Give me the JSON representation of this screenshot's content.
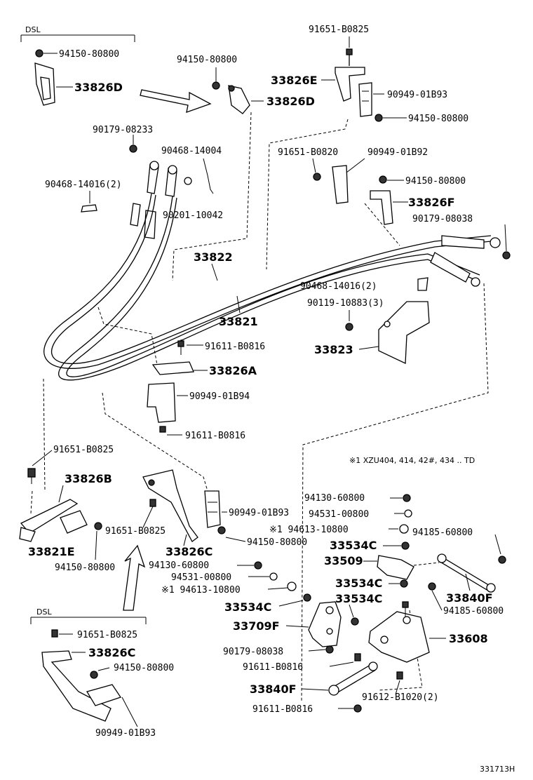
{
  "labels": {
    "dsl_top": "DSL",
    "dsl_bottom": "DSL",
    "p94150_80800_a": "94150-80800",
    "p33826D_a": "33826D",
    "p94150_80800_b": "94150-80800",
    "p33826D_b": "33826D",
    "p91651_B0825_top": "91651-B0825",
    "p33826E": "33826E",
    "p90949_01B93_top": "90949-01B93",
    "p94150_80800_c": "94150-80800",
    "p90179_08233": "90179-08233",
    "p90468_14004": "90468-14004",
    "p90468_14016_2": "90468-14016(2)",
    "p90201_10042": "90201-10042",
    "p91651_B0820": "91651-B0820",
    "p90949_01B92": "90949-01B92",
    "p94150_80800_d": "94150-80800",
    "p33826F": "33826F",
    "p90179_08038_top": "90179-08038",
    "p33822": "33822",
    "p90468_14016_2b": "90468-14016(2)",
    "p90119_10883_3": "90119-10883(3)",
    "p33821": "33821",
    "p33823": "33823",
    "p91611_B0816_a": "91611-B0816",
    "p33826A": "33826A",
    "p90949_01B94": "90949-01B94",
    "p91611_B0816_b": "91611-B0816",
    "p91651_B0825_mid": "91651-B0825",
    "note": "※1 XZU404, 414, 42#, 434 .. TD",
    "p33826B": "33826B",
    "p94130_60800_a": "94130-60800",
    "p90949_01B93_mid": "90949-01B93",
    "p94531_00800_a": "94531-00800",
    "p94613_10800_a": "※1 94613-10800",
    "p94185_60800_a": "94185-60800",
    "p33821E": "33821E",
    "p91651_B0825_b": "91651-B0825",
    "p94150_80800_e": "94150-80800",
    "p33534C_a": "33534C",
    "p94150_80800_f": "94150-80800",
    "p33826C_mid": "33826C",
    "p94130_60800_b": "94130-60800",
    "p33509": "33509",
    "p94531_00800_b": "94531-00800",
    "p94613_10800_b": "※1 94613-10800",
    "p33534C_b": "33534C",
    "p33840F_right": "33840F",
    "p33534C_c": "33534C",
    "p33534C_d": "33534C",
    "p94185_60800_b": "94185-60800",
    "p33709F": "33709F",
    "p33608": "33608",
    "p91651_B0825_bot": "91651-B0825",
    "p90179_08038_bot": "90179-08038",
    "p33826C_bot": "33826C",
    "p91611_B0816_c": "91611-B0816",
    "p94150_80800_g": "94150-80800",
    "p33840F_bot": "33840F",
    "p91612_B1020_2": "91612-B1020(2)",
    "p91611_B0816_d": "91611-B0816",
    "p90949_01B93_bot": "90949-01B93",
    "diagram_id": "331713H"
  }
}
